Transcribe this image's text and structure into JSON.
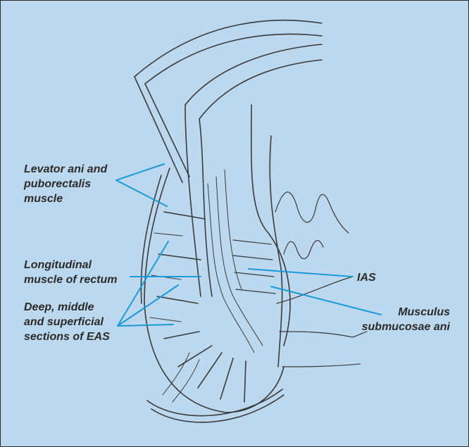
{
  "colors": {
    "background": "#bcd8ee",
    "leader_line": "#1a9ad6",
    "drawing_line": "#3a3a3a",
    "label_text": "#2b2b2b"
  },
  "labels": {
    "levator": [
      "Levator ani and",
      "puborectalis",
      "muscle"
    ],
    "longitudinal": [
      "Longitudinal",
      "muscle of rectum"
    ],
    "eas": [
      "Deep, middle",
      "and superficial",
      "sections of EAS"
    ],
    "ias": [
      "IAS"
    ],
    "submucosae": [
      "Musculus",
      "submucosae ani"
    ]
  }
}
